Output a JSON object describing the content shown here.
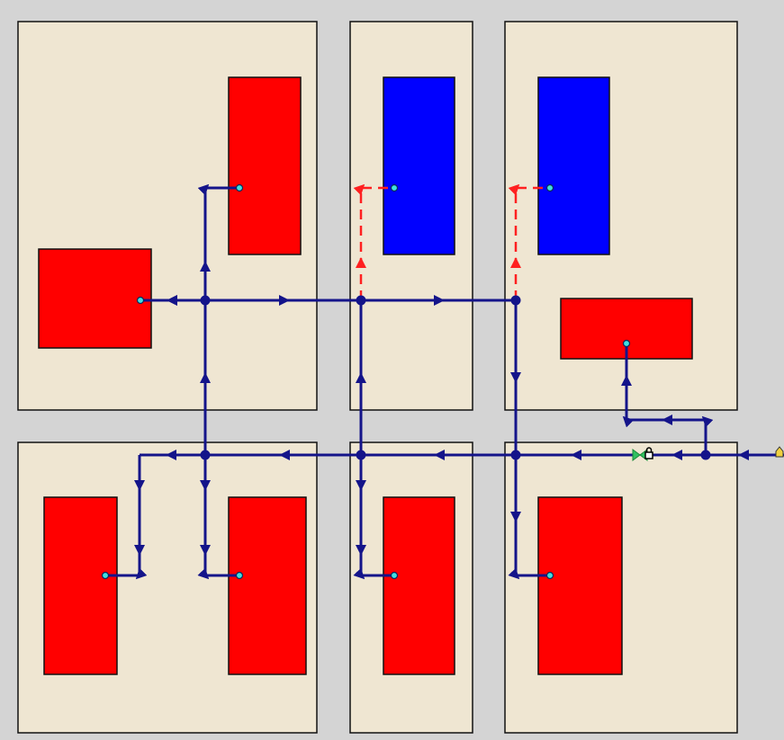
{
  "colors": {
    "background": "#d4d4d4",
    "zone": "#efe6d2",
    "outline": "#111111",
    "unit_red": "#ff0000",
    "unit_blue": "#0000ff",
    "network": "#14148a",
    "pending": "#ff2020",
    "terminal": "#40e0e0",
    "valve": "#30c060",
    "source": "#f0d040"
  },
  "zones": [
    {
      "name": "zone-top-left"
    },
    {
      "name": "zone-top-middle"
    },
    {
      "name": "zone-top-right"
    },
    {
      "name": "zone-bottom-left"
    },
    {
      "name": "zone-bottom-middle"
    },
    {
      "name": "zone-bottom-right"
    }
  ],
  "units": [
    {
      "name": "unit-top-left-upper",
      "type": "red"
    },
    {
      "name": "unit-top-left-lower",
      "type": "red"
    },
    {
      "name": "unit-top-middle",
      "type": "blue"
    },
    {
      "name": "unit-top-right-upper",
      "type": "blue"
    },
    {
      "name": "unit-top-right-lower",
      "type": "red"
    },
    {
      "name": "unit-bottom-left-a",
      "type": "red"
    },
    {
      "name": "unit-bottom-left-b",
      "type": "red"
    },
    {
      "name": "unit-bottom-middle",
      "type": "red"
    },
    {
      "name": "unit-bottom-right",
      "type": "red"
    }
  ],
  "icons": {
    "valve": "valve-icon",
    "lock": "lock-icon",
    "source": "source-icon"
  }
}
